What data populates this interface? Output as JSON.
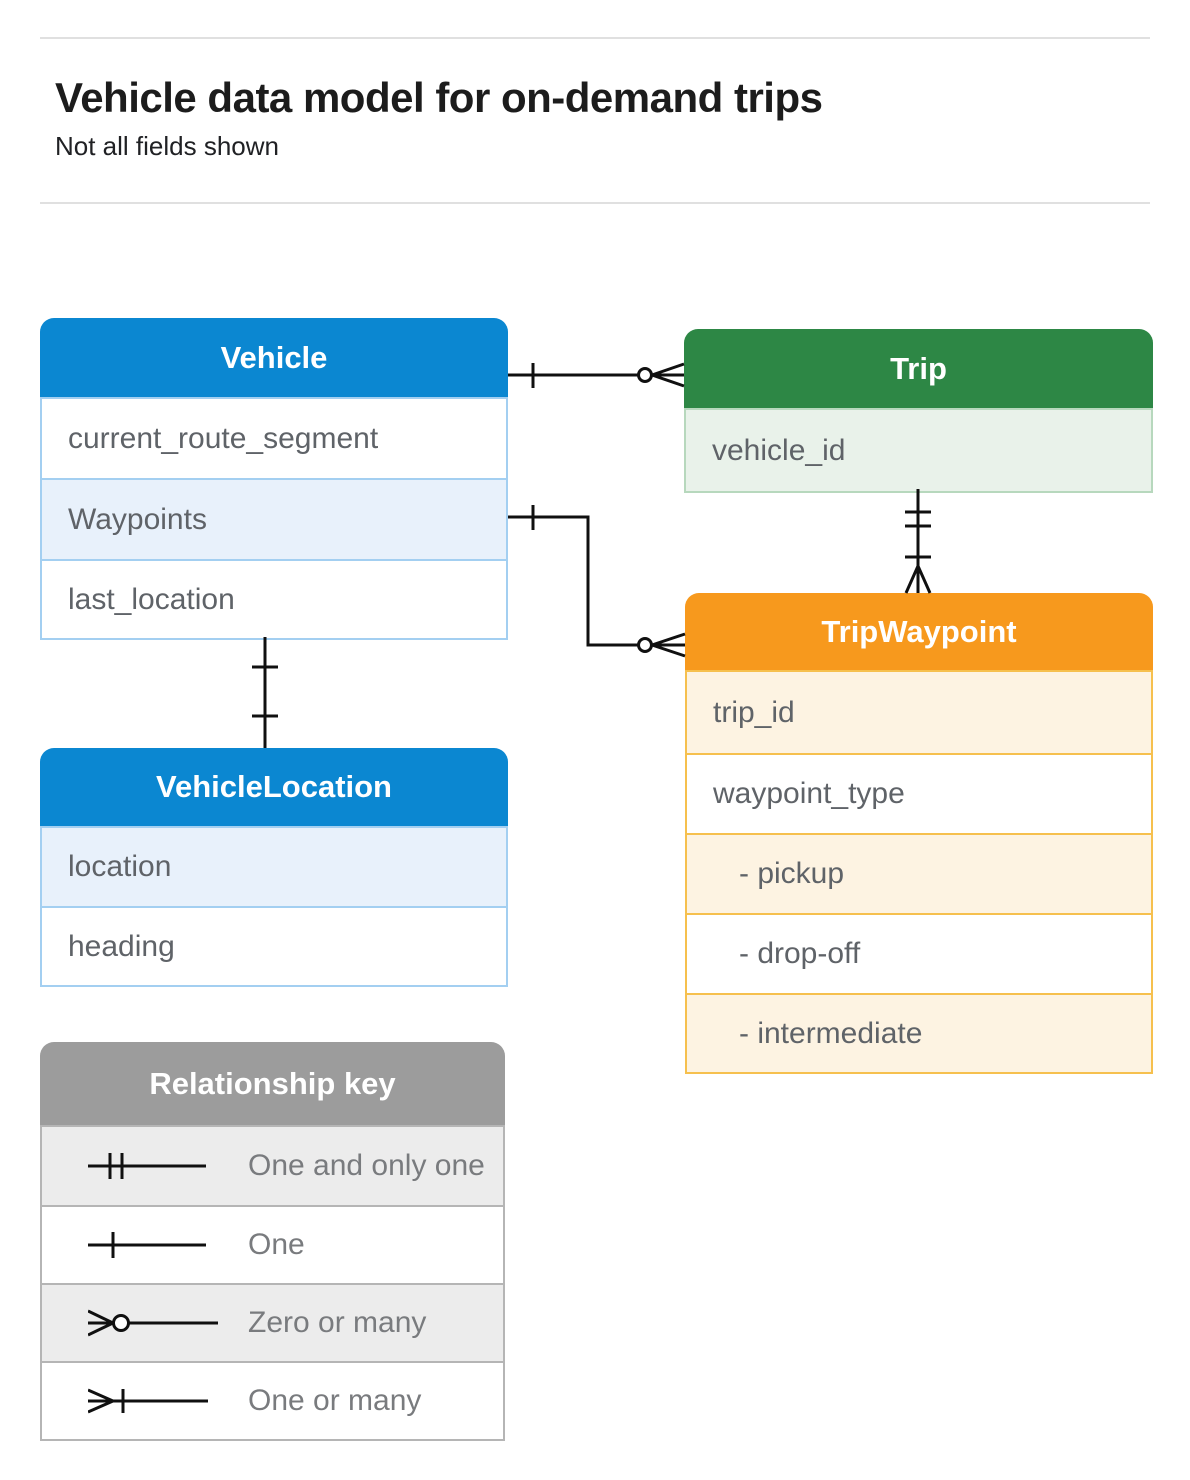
{
  "page": {
    "title": "Vehicle data model for on-demand trips",
    "subtitle": "Not all fields shown"
  },
  "colors": {
    "vehicle_header": "#0b87d1",
    "vehicle_row_tint": "#e8f1fb",
    "vehicle_border": "#a3cff1",
    "trip_header": "#2d8745",
    "trip_row_tint": "#e9f2ea",
    "trip_border": "#b7d8bd",
    "trip_waypoint_header": "#f7991d",
    "trip_waypoint_row_tint": "#fdf3e2",
    "trip_waypoint_border": "#f6c04e",
    "key_header": "#9c9c9c",
    "key_row_tint": "#ececec",
    "field_text": "#5f6368",
    "connector_line": "#101010"
  },
  "entities": {
    "vehicle": {
      "title": "Vehicle",
      "fields": [
        "current_route_segment",
        "Waypoints",
        "last_location"
      ]
    },
    "trip": {
      "title": "Trip",
      "fields": [
        "vehicle_id"
      ]
    },
    "trip_waypoint": {
      "title": "TripWaypoint",
      "fields": [
        "trip_id",
        "waypoint_type",
        "- pickup",
        "- drop-off",
        "- intermediate"
      ]
    },
    "vehicle_location": {
      "title": "VehicleLocation",
      "fields": [
        "location",
        "heading"
      ]
    }
  },
  "relationships": [
    {
      "from": "Vehicle",
      "to": "Trip",
      "from_cardinality": "one",
      "to_cardinality": "zero-or-many"
    },
    {
      "from": "Vehicle.Waypoints",
      "to": "TripWaypoint",
      "from_cardinality": "one",
      "to_cardinality": "zero-or-many"
    },
    {
      "from": "Trip",
      "to": "TripWaypoint",
      "from_cardinality": "one-and-only-one",
      "to_cardinality": "one-or-many"
    },
    {
      "from": "Vehicle",
      "to": "VehicleLocation",
      "from_cardinality": "one",
      "to_cardinality": "one"
    }
  ],
  "relationship_key": {
    "title": "Relationship key",
    "items": [
      {
        "symbol": "one-and-only-one-symbol",
        "label": "One and only one"
      },
      {
        "symbol": "one-symbol",
        "label": "One"
      },
      {
        "symbol": "zero-or-many-symbol",
        "label": "Zero or many"
      },
      {
        "symbol": "one-or-many-symbol",
        "label": "One or many"
      }
    ]
  }
}
